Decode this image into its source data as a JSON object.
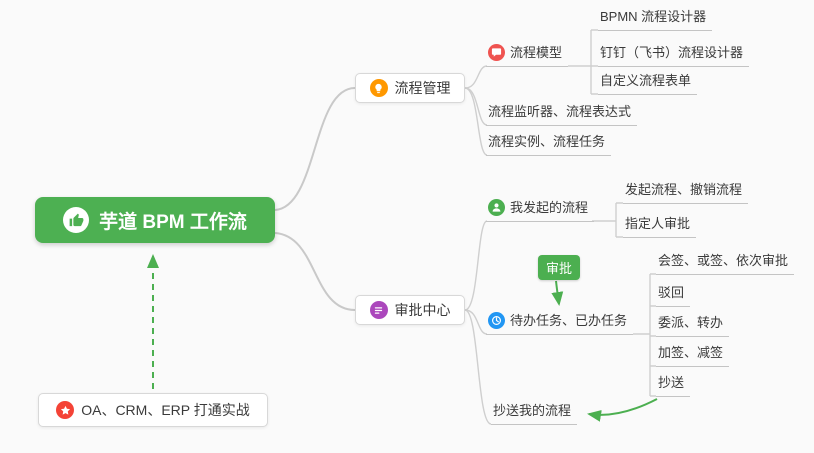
{
  "canvas": {
    "background": "#fafafa"
  },
  "root": {
    "label": "芋道 BPM 工作流",
    "icon": "thumbs-up-icon",
    "color": "#4db052"
  },
  "edge_label": {
    "label": "审批",
    "color": "#4caf50"
  },
  "annotation": {
    "label": "OA、CRM、ERP 打通实战",
    "icon": "star-icon",
    "icon_color": "#f44336"
  },
  "branches": {
    "process_management": {
      "label": "流程管理",
      "icon": "lightbulb-icon",
      "icon_color": "#ff9800",
      "children": {
        "process_model": {
          "label": "流程模型",
          "icon": "speech-bubble-icon",
          "icon_color": "#ef5350",
          "children": {
            "bpmn_designer": {
              "label": "BPMN 流程设计器"
            },
            "dingtalk_feishu_designer": {
              "label": "钉钉（飞书）流程设计器"
            },
            "custom_form": {
              "label": "自定义流程表单"
            }
          }
        },
        "listener_expression": {
          "label": "流程监听器、流程表达式"
        },
        "instance_task": {
          "label": "流程实例、流程任务"
        }
      }
    },
    "approval_center": {
      "label": "审批中心",
      "icon": "list-icon",
      "icon_color": "#ab47bc",
      "children": {
        "my_initiated": {
          "label": "我发起的流程",
          "icon": "user-icon",
          "icon_color": "#4caf50",
          "children": {
            "initiate_cancel": {
              "label": "发起流程、撤销流程"
            },
            "assignee_approval": {
              "label": "指定人审批"
            }
          }
        },
        "todo_done": {
          "label": "待办任务、已办任务",
          "icon": "clock-icon",
          "icon_color": "#2196f3",
          "children": {
            "countersign": {
              "label": "会签、或签、依次审批"
            },
            "reject": {
              "label": "驳回"
            },
            "delegate_transfer": {
              "label": "委派、转办"
            },
            "add_reduce_sign": {
              "label": "加签、减签"
            },
            "carbon_copy": {
              "label": "抄送"
            }
          }
        },
        "cc_my_process": {
          "label": "抄送我的流程"
        }
      }
    }
  }
}
